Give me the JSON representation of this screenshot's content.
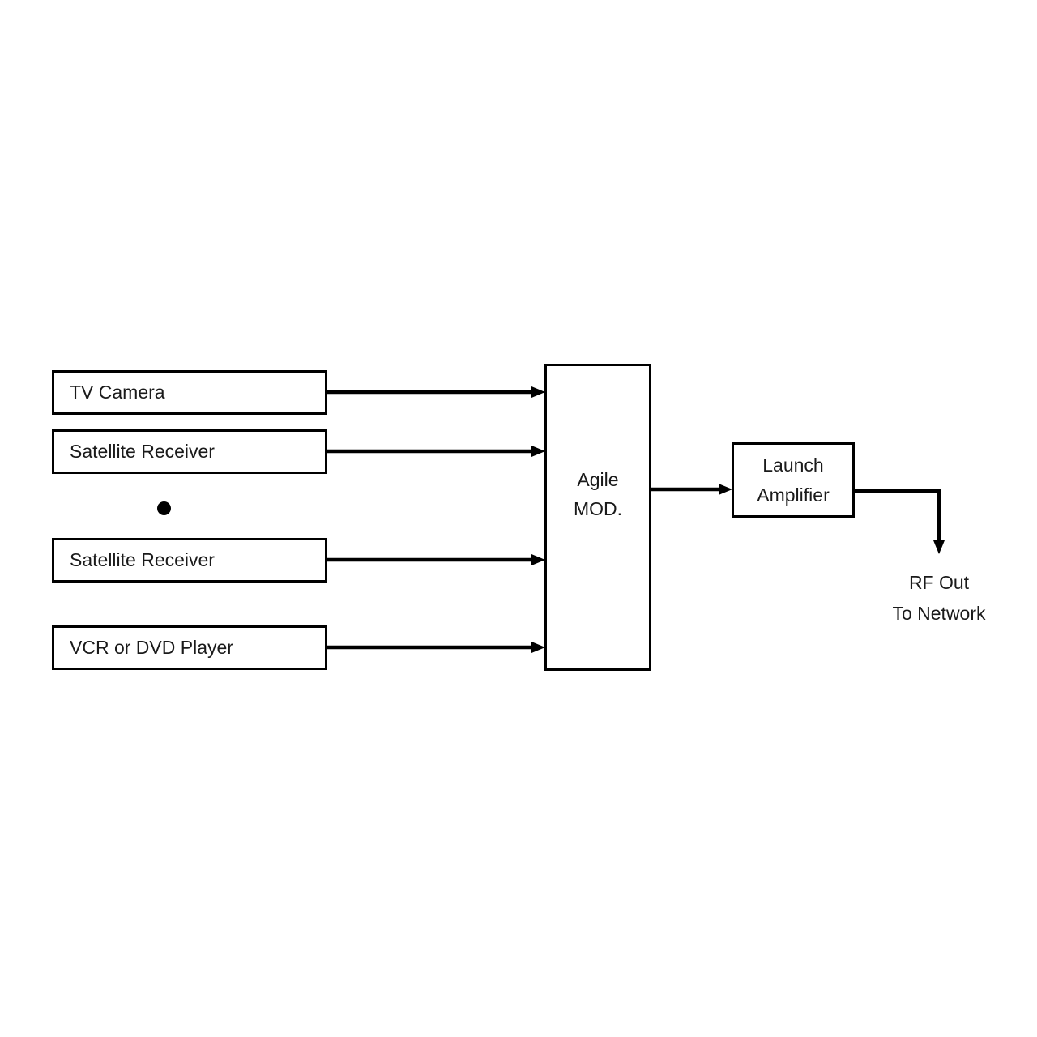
{
  "diagram": {
    "sources": [
      {
        "label": "TV Camera"
      },
      {
        "label": "Satellite Receiver"
      },
      {
        "label": "Satellite Receiver"
      },
      {
        "label": "VCR or DVD Player"
      }
    ],
    "modulator": {
      "line1": "Agile",
      "line2": "MOD."
    },
    "amplifier": {
      "line1": "Launch",
      "line2": "Amplifier"
    },
    "output_label": {
      "line1": "RF Out",
      "line2": "To Network"
    },
    "icons": {
      "more_sources_dot": "filled-circle"
    },
    "colors": {
      "line": "#000000",
      "background": "#ffffff",
      "text": "#1a1a1a"
    }
  }
}
